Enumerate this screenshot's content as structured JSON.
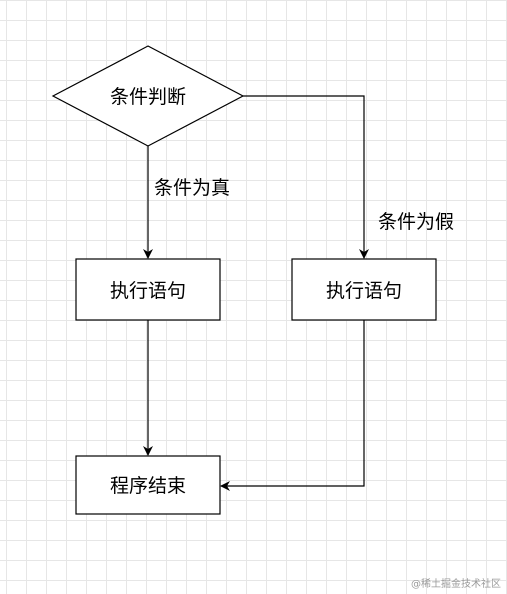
{
  "nodes": {
    "decision": {
      "label": "条件判断"
    },
    "action_true": {
      "label": "执行语句"
    },
    "action_false": {
      "label": "执行语句"
    },
    "end": {
      "label": "程序结束"
    }
  },
  "edges": {
    "true_branch": {
      "label": "条件为真"
    },
    "false_branch": {
      "label": "条件为假"
    }
  },
  "watermark": "@稀土掘金技术社区",
  "colors": {
    "stroke": "#000000",
    "grid": "#e6e6e6",
    "background": "#ffffff"
  }
}
